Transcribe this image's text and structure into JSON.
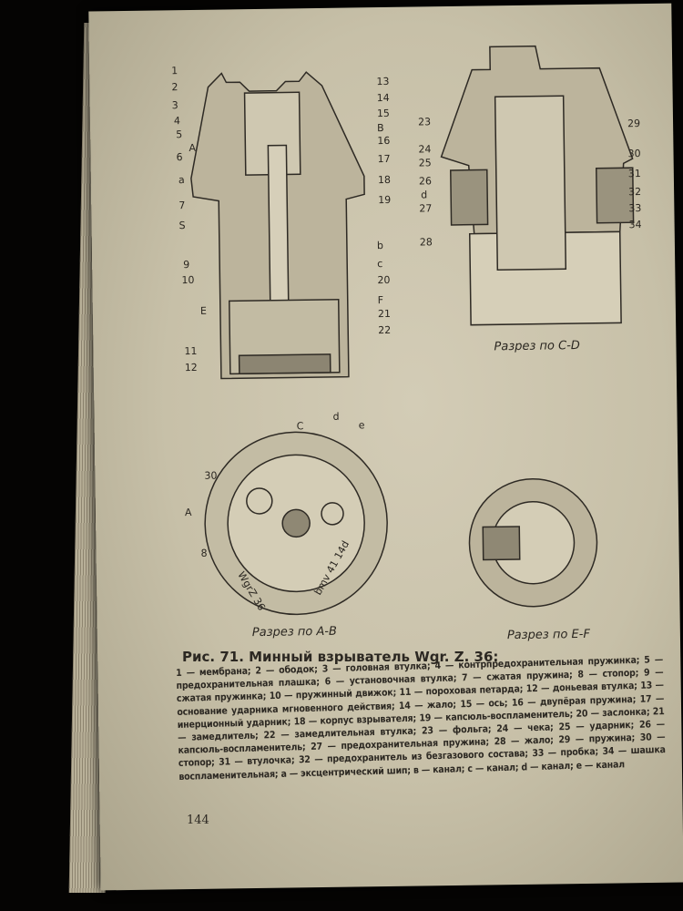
{
  "figure": {
    "title": "Рис. 71. Минный взрыватель Wgr. Z. 36:",
    "legend": "1 — мембрана; 2 — ободок; 3 — головная втулка; 4 — контрпредохранительная пружинка; 5 — предохранительная плашка; 6 — установочная втулка; 7 — сжатая пружина; 8 — стопор; 9 — сжатая пружинка; 10 — пружинный движок; 11 — пороховая петарда; 12 — доньевая втулка; 13 — основание ударника мгновенного действия; 14 — жало; 15 — ось; 16 — двупёрая пружина; 17 — инерционный ударник; 18 — корпус взрывателя; 19 — капсюль-воспламенитель; 20 — заслонка; 21 — замедлитель; 22 — замедлительная втулка; 23 — фольга; 24 — чека; 25 — ударник; 26 — капсюль-воспламенитель; 27 — предохранительная пружина; 28 — жало; 29 — пружина; 30 — стопор; 31 — втулочка; 32 — предохранитель из безгазового состава; 33 — пробка; 34 — шашка воспламенительная; a — эксцентрический шип; в — канал; c — канал; d — канал; e — канал",
    "captions": {
      "cd": "Разрез по C-D",
      "ab": "Разрез по A-B",
      "ef": "Разрез по E-F"
    },
    "labels_main_left": [
      "1",
      "2",
      "3",
      "4",
      "5",
      "A",
      "6",
      "a",
      "7",
      "S",
      "9",
      "10",
      "E",
      "11",
      "12"
    ],
    "labels_main_right": [
      "13",
      "14",
      "15",
      "B",
      "16",
      "17",
      "18",
      "19",
      "b",
      "c",
      "20",
      "F",
      "21",
      "22"
    ],
    "labels_cd_left": [
      "23",
      "24",
      "25",
      "26",
      "d",
      "27",
      "28"
    ],
    "labels_cd_right": [
      "29",
      "30",
      "31",
      "32",
      "33",
      "34"
    ],
    "labels_ab": [
      "C",
      "d",
      "e",
      "30",
      "A",
      "8"
    ],
    "markings": [
      "WgrZ 36",
      "bmv 41 14d"
    ]
  },
  "page_number": "144"
}
